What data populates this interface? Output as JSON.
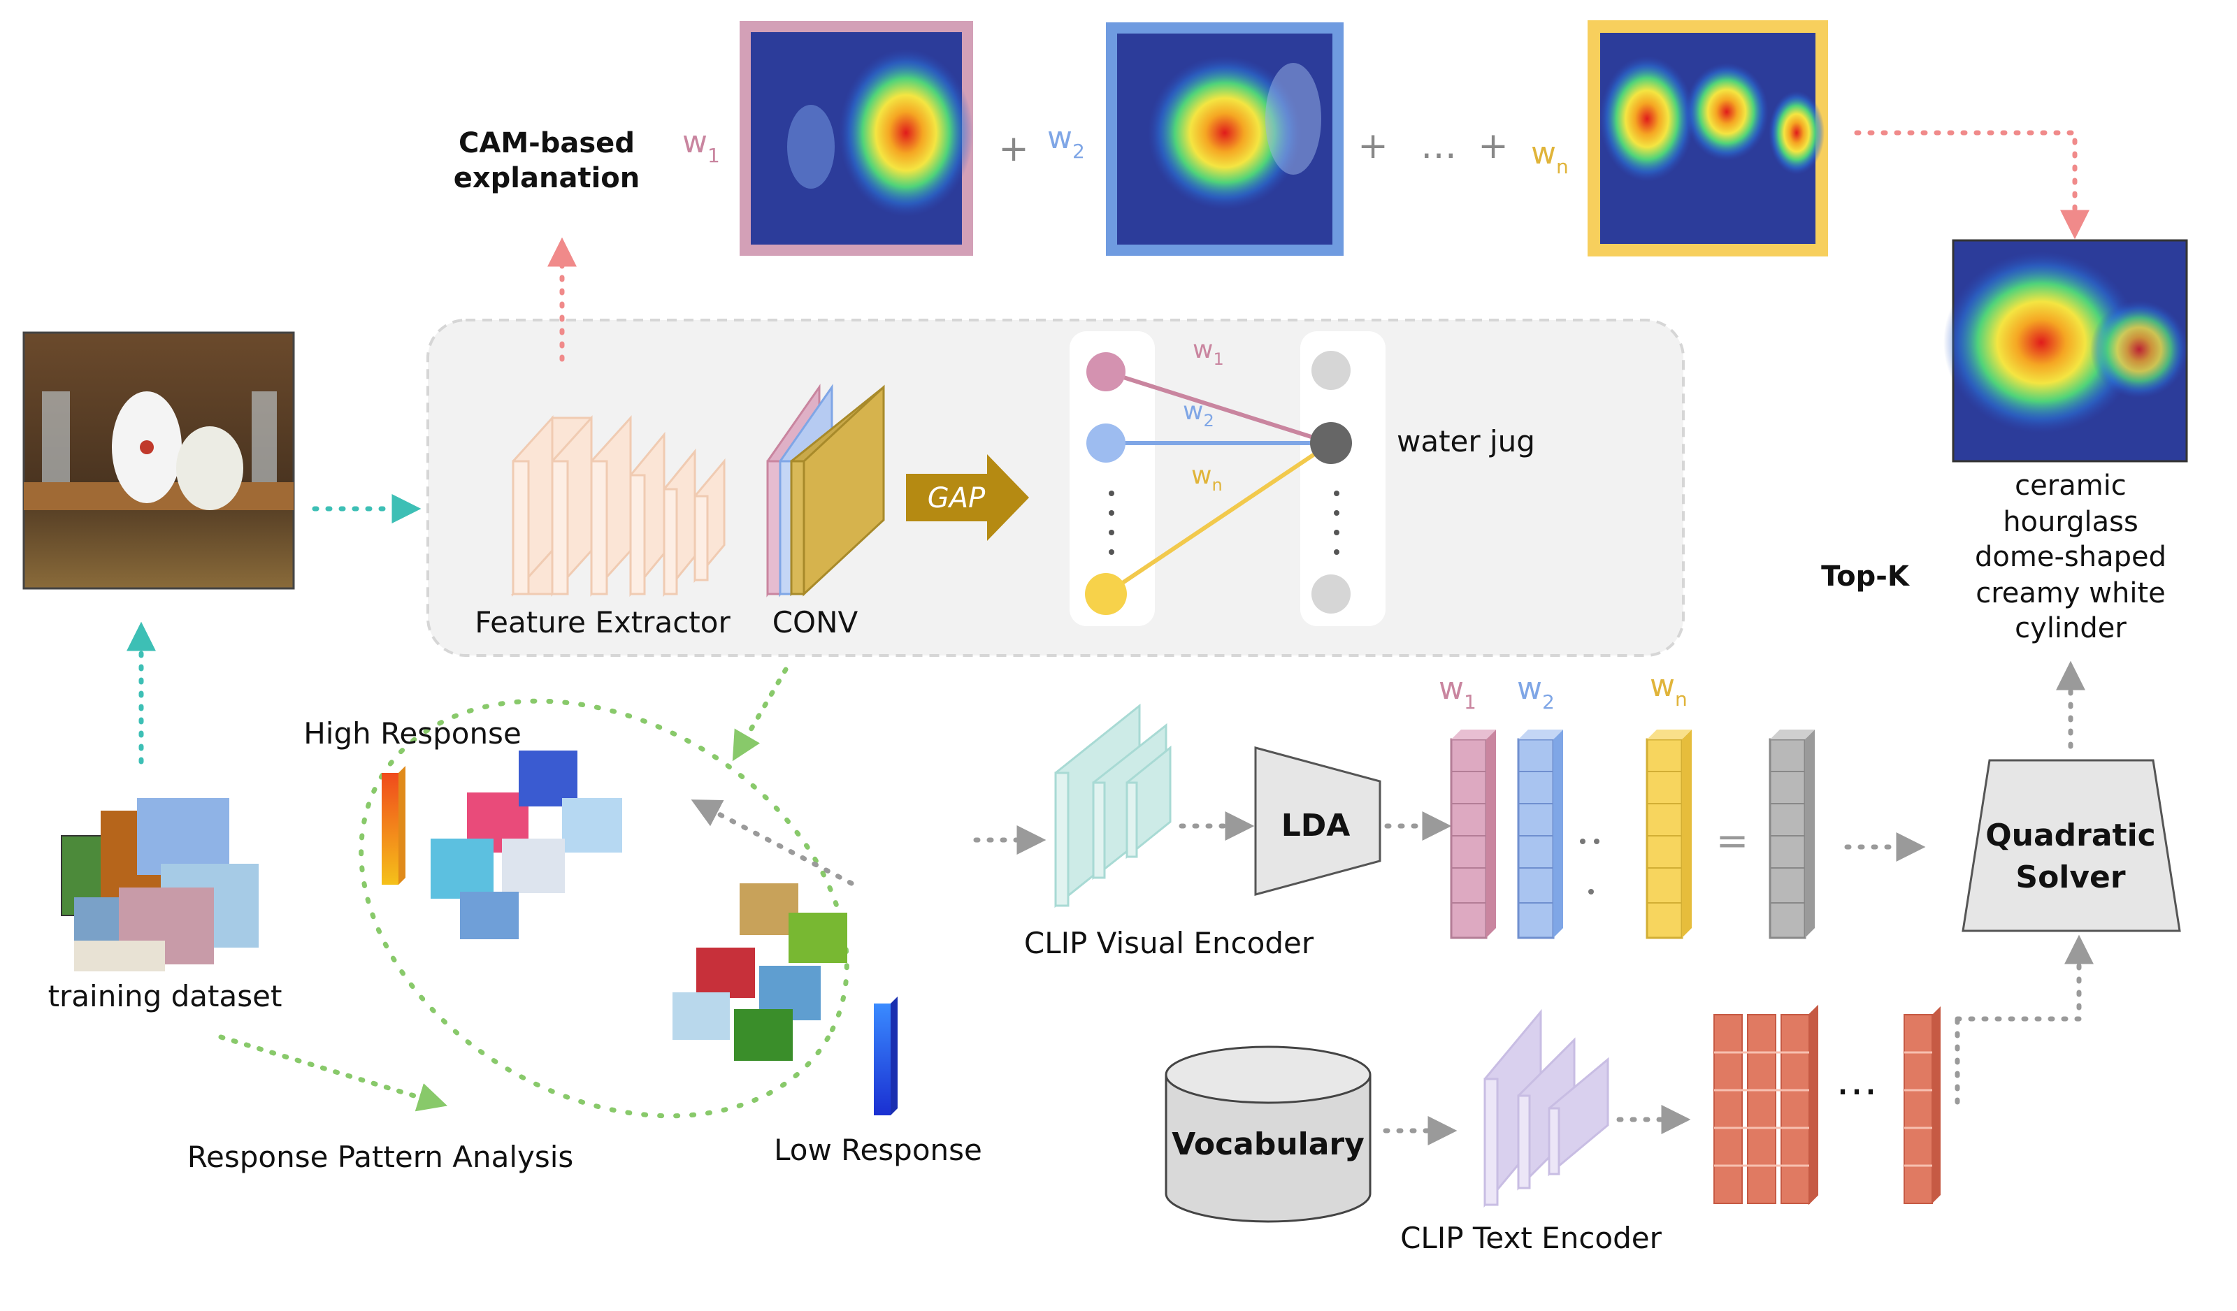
{
  "labels": {
    "cam_line1": "CAM-based",
    "cam_line2": "explanation",
    "feature_extractor": "Feature Extractor",
    "conv": "CONV",
    "gap": "GAP",
    "class_name": "water jug",
    "high_response": "High Response",
    "low_response": "Low Response",
    "training_dataset": "training dataset",
    "response_pattern": "Response Pattern Analysis",
    "clip_visual": "CLIP Visual Encoder",
    "clip_text": "CLIP Text Encoder",
    "lda": "LDA",
    "vocabulary": "Vocabulary",
    "quad_line1": "Quadratic",
    "quad_line2": "Solver",
    "topk": "Top-K",
    "plus": "+",
    "dots": "…",
    "equals": "="
  },
  "weights": {
    "w1": {
      "base": "w",
      "sub": "1"
    },
    "w2": {
      "base": "w",
      "sub": "2"
    },
    "wn": {
      "base": "w",
      "sub": "n"
    }
  },
  "concepts": [
    "ceramic",
    "hourglass",
    "dome-shaped",
    "creamy white",
    "cylinder"
  ],
  "colors": {
    "w1": "#c9859f",
    "w2": "#7fa6e6",
    "wn": "#f2c94c",
    "pink_arrow": "#f08a8a",
    "teal_arrow": "#3dbfb5",
    "green_dots": "#88c96a",
    "gray_arrow": "#999999",
    "gap_fill": "#b58a12",
    "lda_fill": "#e6e6e6",
    "panel": "#f2f2f2",
    "vocab_fill": "#d9d9d9",
    "text_enc": "#c8bde3",
    "visual_enc": "#a8dad4",
    "red_block": "#e07a62",
    "gray_vec": "#a6a6a6"
  }
}
